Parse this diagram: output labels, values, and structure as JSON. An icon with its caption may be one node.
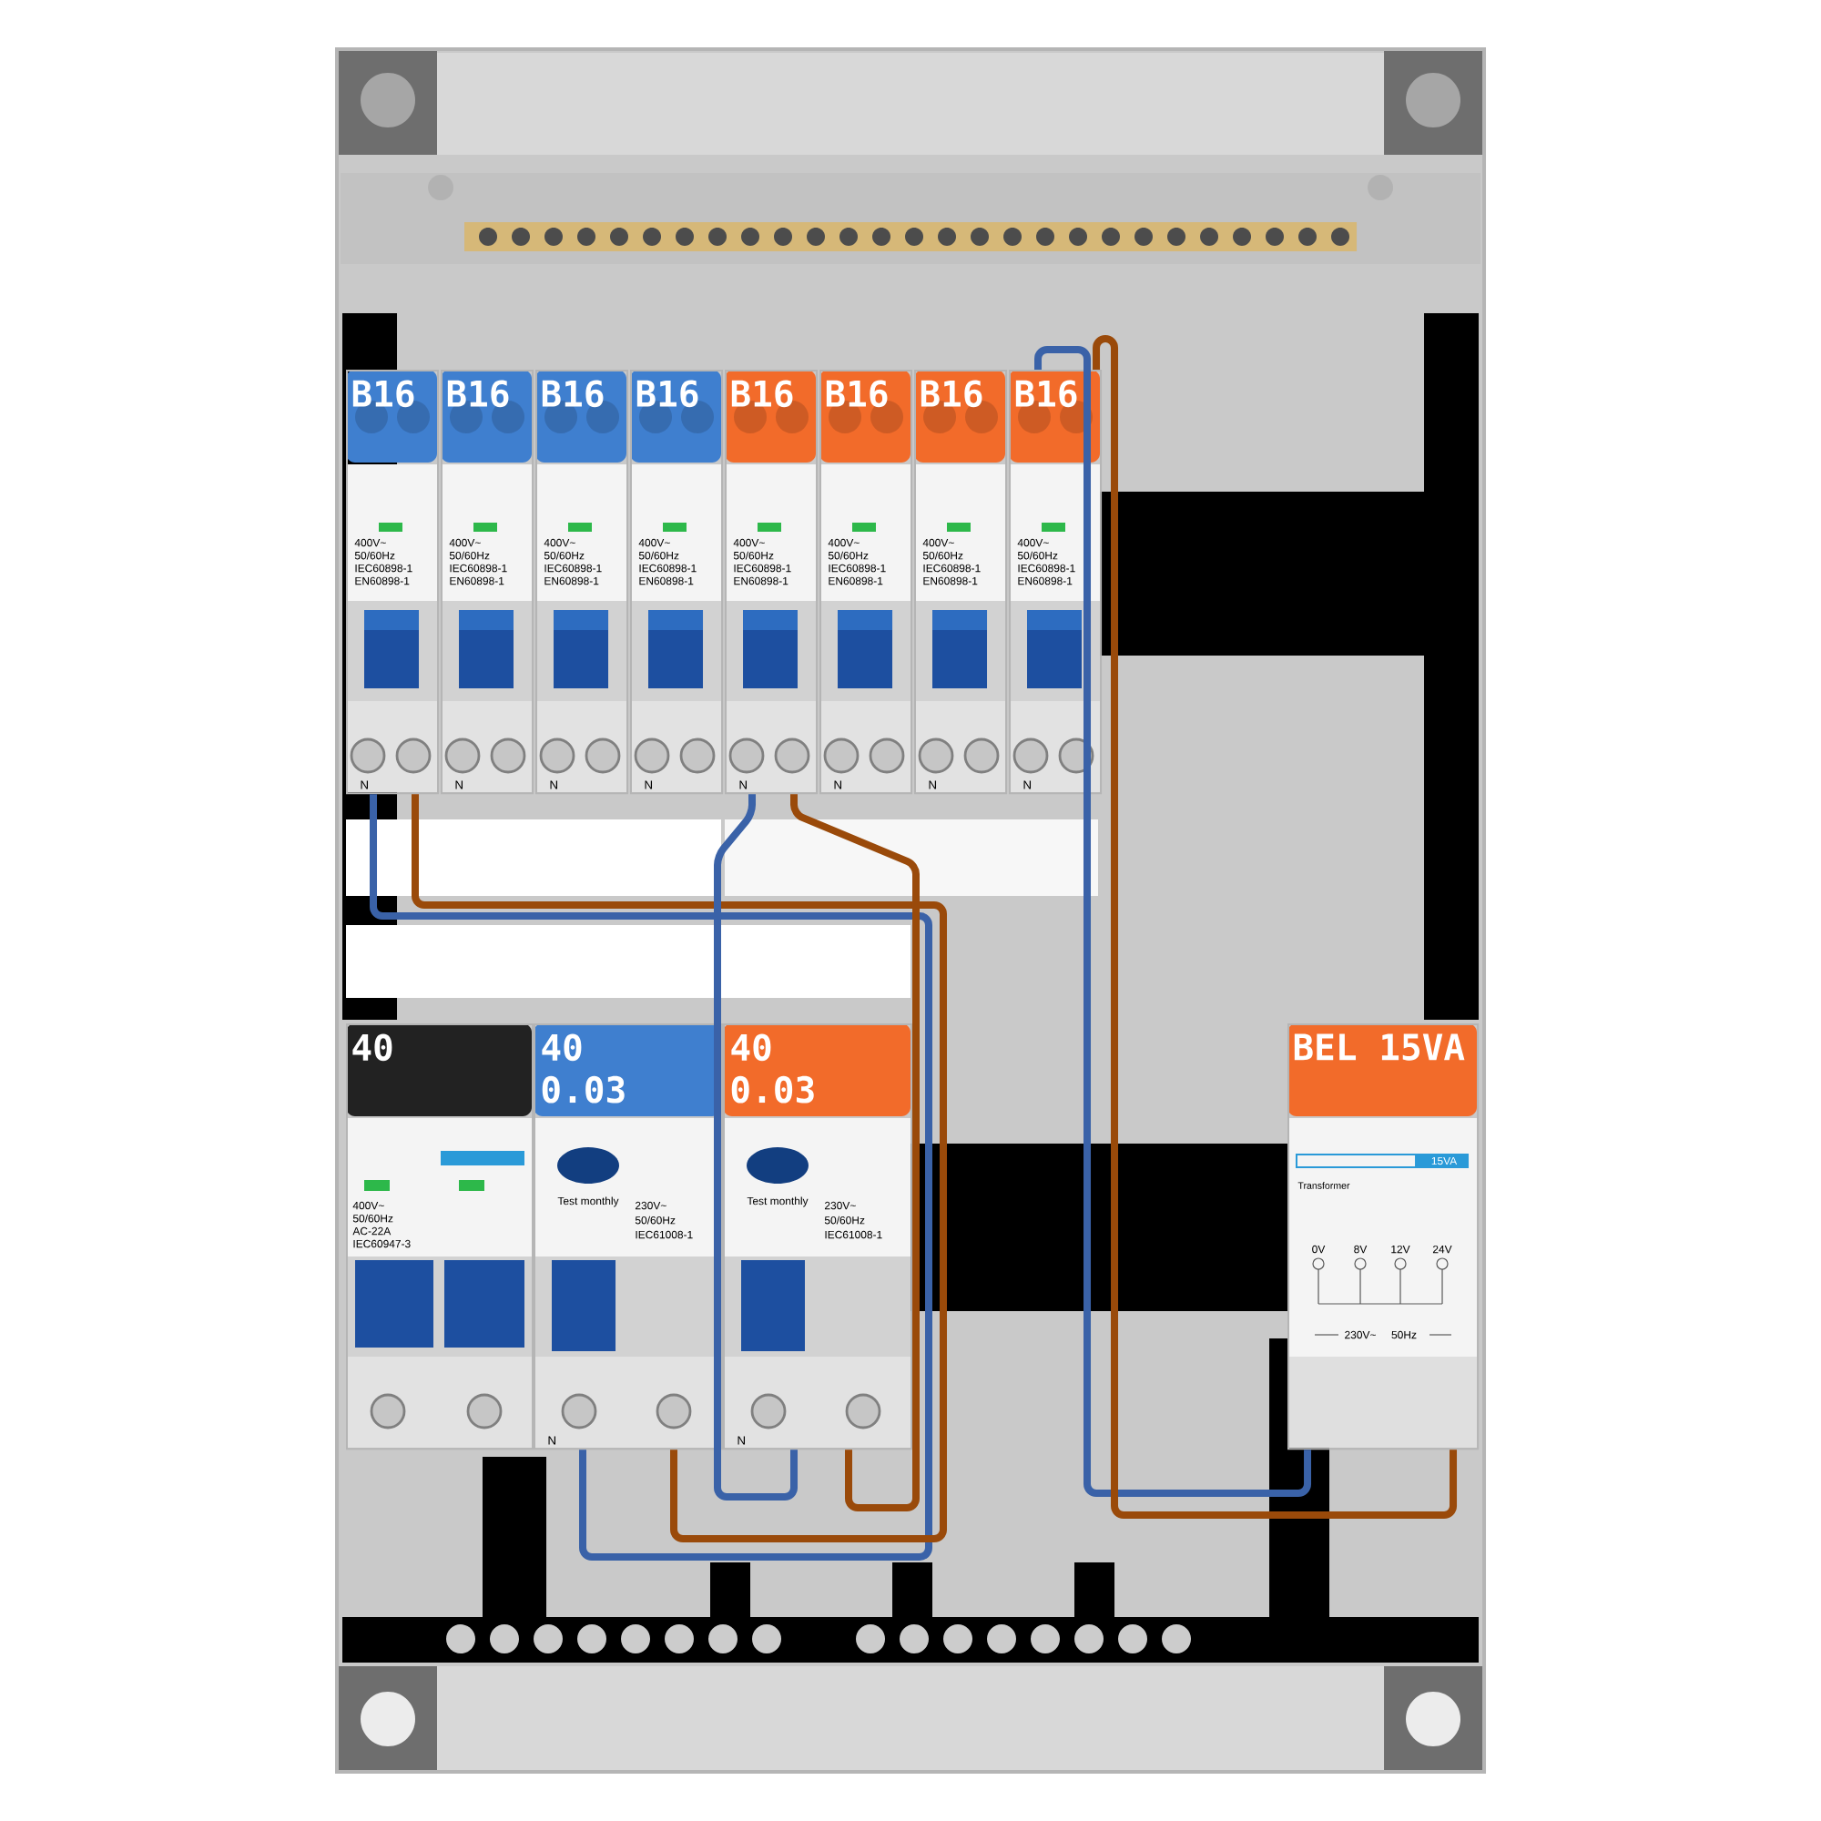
{
  "diagram": {
    "nodes": [
      {
        "text": [
          "B16",
          "400V~",
          "50/60Hz",
          "IEC60898-1",
          "EN60898-1",
          "N"
        ]
      },
      {
        "text": [
          "B16",
          "400V~",
          "50/60Hz",
          "IEC60898-1",
          "EN60898-1",
          "N"
        ]
      },
      {
        "text": [
          "B16",
          "400V~",
          "50/60Hz",
          "IEC60898-1",
          "EN60898-1",
          "N"
        ]
      },
      {
        "text": [
          "B16",
          "400V~",
          "50/60Hz",
          "IEC60898-1",
          "EN60898-1",
          "N"
        ]
      },
      {
        "text": [
          "B16",
          "400V~",
          "50/60Hz",
          "IEC60898-1",
          "EN60898-1",
          "N"
        ]
      },
      {
        "text": [
          "B16",
          "400V~",
          "50/60Hz",
          "IEC60898-1",
          "EN60898-1",
          "N"
        ]
      },
      {
        "text": [
          "B16",
          "400V~",
          "50/60Hz",
          "IEC60898-1",
          "EN60898-1",
          "N"
        ]
      },
      {
        "text": [
          "B16",
          "400V~",
          "50/60Hz",
          "IEC60898-1",
          "EN60898-1",
          "N"
        ]
      },
      {
        "text": [
          "40",
          "400V~",
          "50/60Hz",
          "AC-22A",
          "IEC60947-3"
        ]
      },
      {
        "text": [
          "40 0.03",
          "Test monthly",
          "230V~",
          "50/60Hz",
          "IEC61008-1",
          "N"
        ]
      },
      {
        "text": [
          "40 0.03",
          "Test monthly",
          "230V~",
          "50/60Hz",
          "IEC61008-1",
          "N"
        ]
      },
      {
        "text": [
          "BEL 15VA",
          "15VA",
          "Transformer",
          "0V",
          "8V",
          "12V",
          "24V",
          "230V~",
          "50Hz"
        ]
      }
    ],
    "edges": [
      {
        "from": 0,
        "to": 9,
        "arrow": "none",
        "color": "#3a62a8"
      },
      {
        "from": 0,
        "to": 9,
        "arrow": "none",
        "color": "#9a4a0a"
      },
      {
        "from": 4,
        "to": 10,
        "arrow": "none",
        "color": "#3a62a8"
      },
      {
        "from": 4,
        "to": 10,
        "arrow": "none",
        "color": "#9a4a0a"
      },
      {
        "from": 7,
        "to": 11,
        "arrow": "none",
        "color": "#3a62a8"
      },
      {
        "from": 7,
        "to": 11,
        "arrow": "none",
        "color": "#9a4a0a"
      }
    ]
  }
}
